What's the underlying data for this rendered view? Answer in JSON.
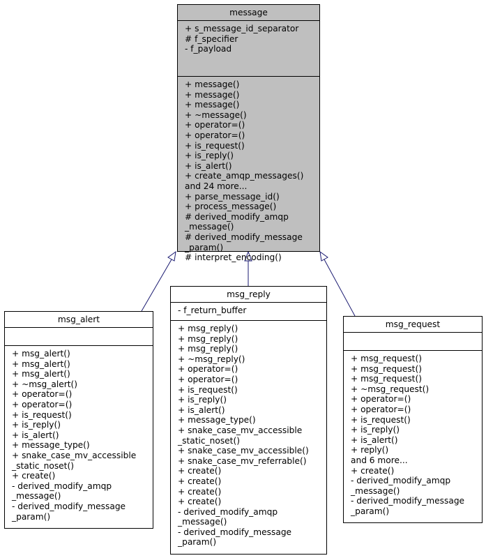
{
  "classes": {
    "message": {
      "name": "message",
      "attributes": [
        "+ s_message_id_separator",
        "# f_specifier",
        "- f_payload"
      ],
      "methods": [
        "+ message()",
        "+ message()",
        "+ message()",
        "+ ~message()",
        "+ operator=()",
        "+ operator=()",
        "+ is_request()",
        "+ is_reply()",
        "+ is_alert()",
        "+ create_amqp_messages()",
        "and 24 more...",
        "+ parse_message_id()",
        "+ process_message()",
        "# derived_modify_amqp",
        "_message()",
        "# derived_modify_message",
        "_param()",
        "# interpret_encoding()"
      ]
    },
    "msg_alert": {
      "name": "msg_alert",
      "attributes": [],
      "methods": [
        "+ msg_alert()",
        "+ msg_alert()",
        "+ msg_alert()",
        "+ ~msg_alert()",
        "+ operator=()",
        "+ operator=()",
        "+ is_request()",
        "+ is_reply()",
        "+ is_alert()",
        "+ message_type()",
        "+ snake_case_mv_accessible",
        "_static_noset()",
        "+ create()",
        "- derived_modify_amqp",
        "_message()",
        "- derived_modify_message",
        "_param()"
      ]
    },
    "msg_reply": {
      "name": "msg_reply",
      "attributes": [
        "- f_return_buffer"
      ],
      "methods": [
        "+ msg_reply()",
        "+ msg_reply()",
        "+ msg_reply()",
        "+ ~msg_reply()",
        "+ operator=()",
        "+ operator=()",
        "+ is_request()",
        "+ is_reply()",
        "+ is_alert()",
        "+ message_type()",
        "+ snake_case_mv_accessible",
        "_static_noset()",
        "+ snake_case_mv_accessible()",
        "+ snake_case_mv_referrable()",
        "+ create()",
        "+ create()",
        "+ create()",
        "+ create()",
        "- derived_modify_amqp",
        "_message()",
        "- derived_modify_message",
        "_param()"
      ]
    },
    "msg_request": {
      "name": "msg_request",
      "attributes": [],
      "methods": [
        "+ msg_request()",
        "+ msg_request()",
        "+ msg_request()",
        "+ ~msg_request()",
        "+ operator=()",
        "+ operator=()",
        "+ is_request()",
        "+ is_reply()",
        "+ is_alert()",
        "+ reply()",
        "and 6 more...",
        "+ create()",
        "- derived_modify_amqp",
        "_message()",
        "- derived_modify_message",
        "_param()"
      ]
    }
  },
  "colors": {
    "base_fill": "#bfbfbf",
    "edge": "#191970"
  }
}
